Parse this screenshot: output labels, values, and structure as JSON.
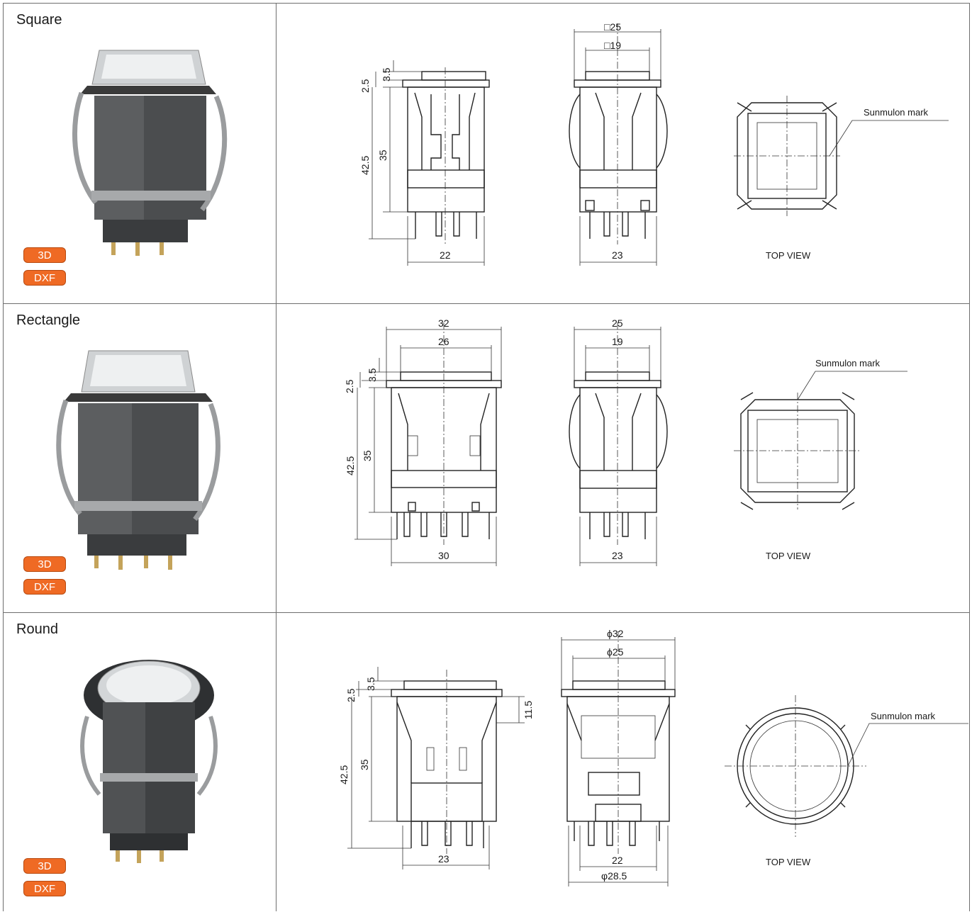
{
  "rows": [
    {
      "title": "Square",
      "buttons": [
        "3D",
        "DXF"
      ],
      "front": {
        "d1": "3.5",
        "d2": "2.5",
        "d3": "35",
        "d4": "42.5",
        "bottom": "22"
      },
      "side": {
        "top1": "□25",
        "top2": "□19",
        "bottom": "23"
      },
      "top_view": {
        "mark": "Sunmulon mark",
        "caption": "TOP VIEW"
      }
    },
    {
      "title": "Rectangle",
      "buttons": [
        "3D",
        "DXF"
      ],
      "front": {
        "top1": "32",
        "top2": "26",
        "d1": "3.5",
        "d2": "2.5",
        "d3": "35",
        "d4": "42.5",
        "bottom": "30"
      },
      "side": {
        "top1": "25",
        "top2": "19",
        "bottom": "23"
      },
      "top_view": {
        "mark": "Sunmulon mark",
        "caption": "TOP VIEW"
      }
    },
    {
      "title": "Round",
      "buttons": [
        "3D",
        "DXF"
      ],
      "front": {
        "d1": "3.5",
        "d2": "2.5",
        "d3": "35",
        "d4": "42.5",
        "d5": "11.5",
        "bottom": "23"
      },
      "side": {
        "top1": "ϕ32",
        "top2": "ϕ25",
        "bottom1": "22",
        "bottom2": "φ28.5"
      },
      "top_view": {
        "mark": "Sunmulon mark",
        "caption": "TOP VIEW"
      }
    }
  ]
}
